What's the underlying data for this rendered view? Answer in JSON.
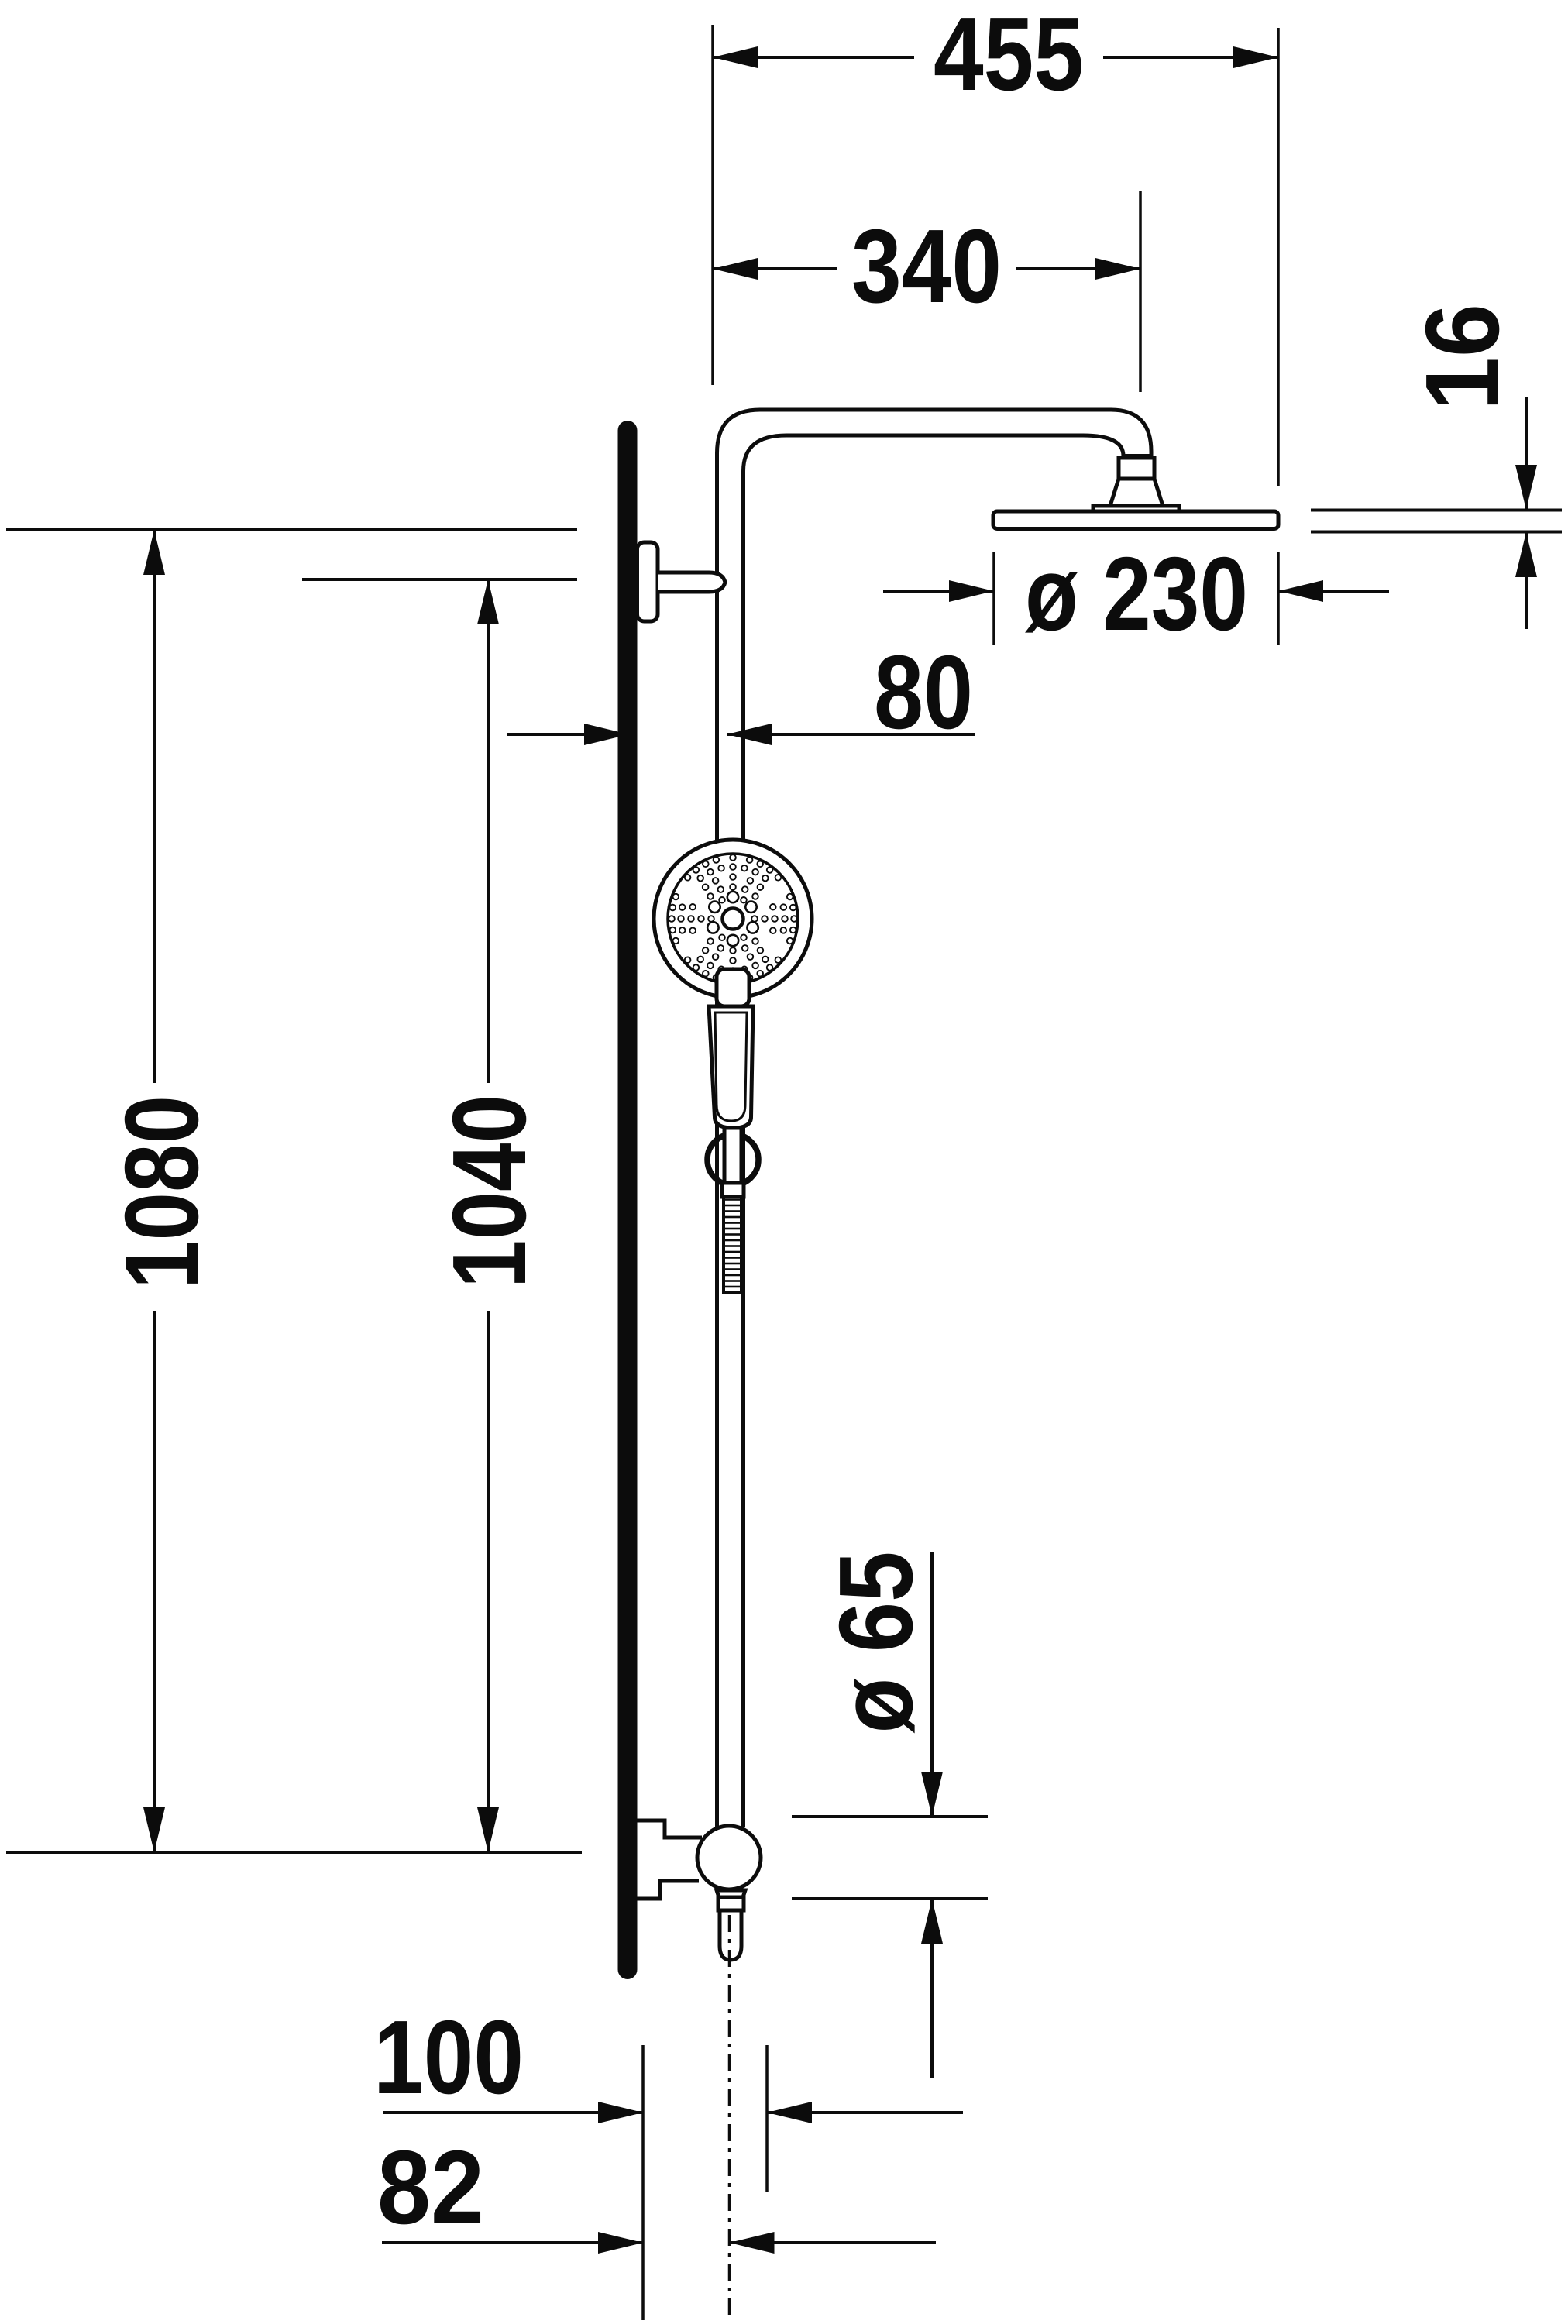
{
  "page": {
    "background": "#ffffff",
    "line_color": "#0c0c0c",
    "kind": "technical dimension drawing",
    "subject": "wall-mounted shower system: overhead shower on arm, slide rail with hand shower, hose and bottom diverter outlet",
    "units": "mm"
  },
  "dimensions": {
    "overall_width": "455",
    "arm_reach": "340",
    "head_plate_thickness": "16",
    "head_diameter": "ø 230",
    "riser_to_wall": "80",
    "overall_height": "1080",
    "inlet_height": "1040",
    "outlet_diameter": "ø 65",
    "outlet_projection": "100",
    "outlet_axis_offset": "82"
  }
}
